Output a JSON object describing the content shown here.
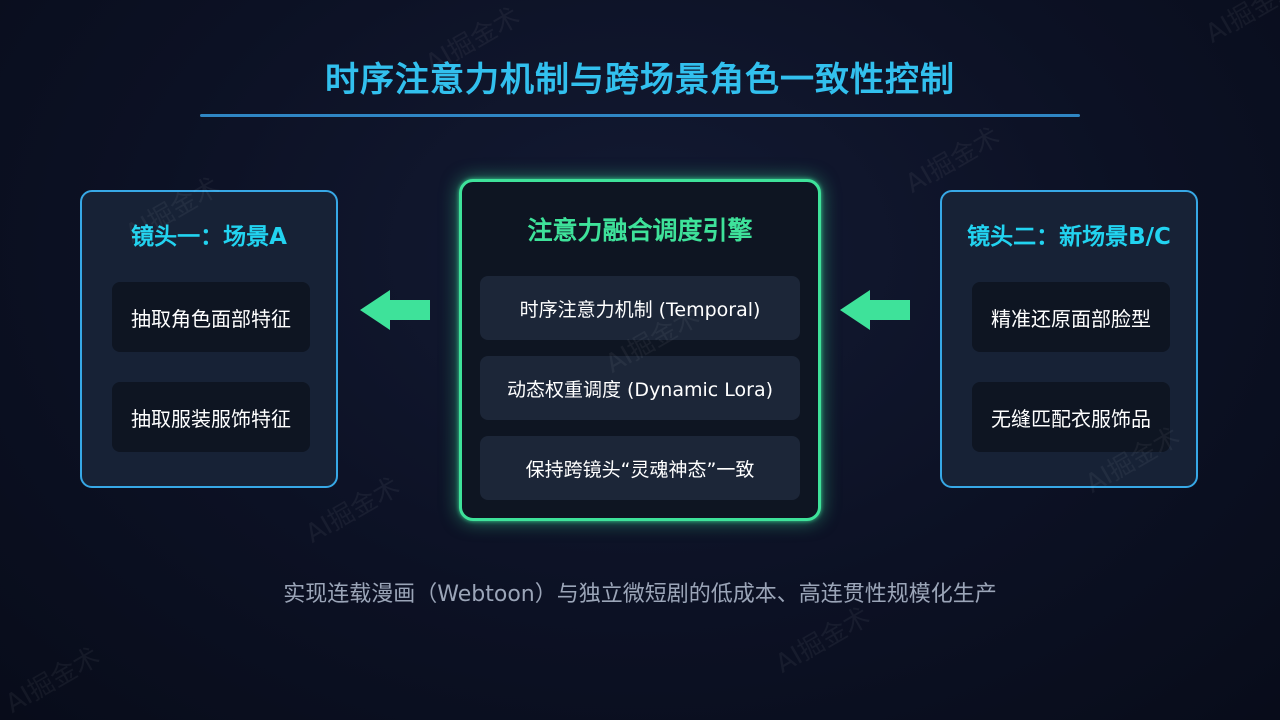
{
  "title": "时序注意力机制与跨场景角色一致性控制",
  "left_box": {
    "title": "镜头一：场景A",
    "items": [
      "抽取角色面部特征",
      "抽取服装服饰特征"
    ]
  },
  "engine": {
    "title": "注意力融合调度引擎",
    "items": [
      "时序注意力机制 (Temporal)",
      "动态权重调度 (Dynamic Lora)",
      "保持跨镜头“灵魂神态”一致"
    ]
  },
  "right_box": {
    "title": "镜头二：新场景B/C",
    "items": [
      "精准还原面部脸型",
      "无缝匹配衣服饰品"
    ]
  },
  "subtitle": "实现连载漫画（Webtoon）与独立微短剧的低成本、高连贯性规模化生产",
  "watermark": "AI掘金术",
  "colors": {
    "title": "#32c0ee",
    "side_border": "#37a8e6",
    "engine_border": "#3ee29a",
    "arrow": "#3ee29a",
    "background": "#0c1124"
  },
  "icons": {
    "left_arrow": "arrow-left-icon"
  }
}
